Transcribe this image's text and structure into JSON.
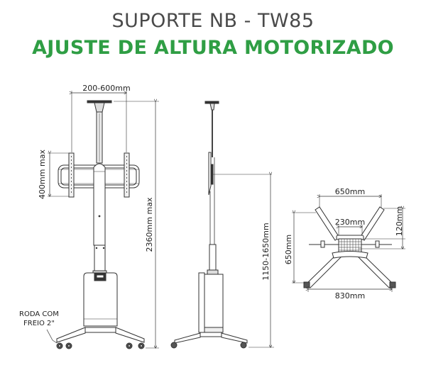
{
  "header": {
    "title": "SUPORTE NB - TW85",
    "subtitle": "AJUSTE DE ALTURA MOTORIZADO"
  },
  "colors": {
    "title": "#4a4a4a",
    "subtitle": "#2f9e44",
    "line": "#333333"
  },
  "front_view": {
    "width_dim": "200-600mm",
    "vesa_height_dim": "400mm max",
    "total_height_dim": "2360mm max",
    "caster_note_line1": "RODA COM",
    "caster_note_line2": "FREIO 2\""
  },
  "side_view": {
    "height_range_dim": "1150-1650mm"
  },
  "top_view": {
    "top_width_dim": "650mm",
    "inner_width_dim": "230mm",
    "offset_dim": "120mm",
    "depth_dim": "650mm",
    "bottom_width_dim": "830mm"
  }
}
